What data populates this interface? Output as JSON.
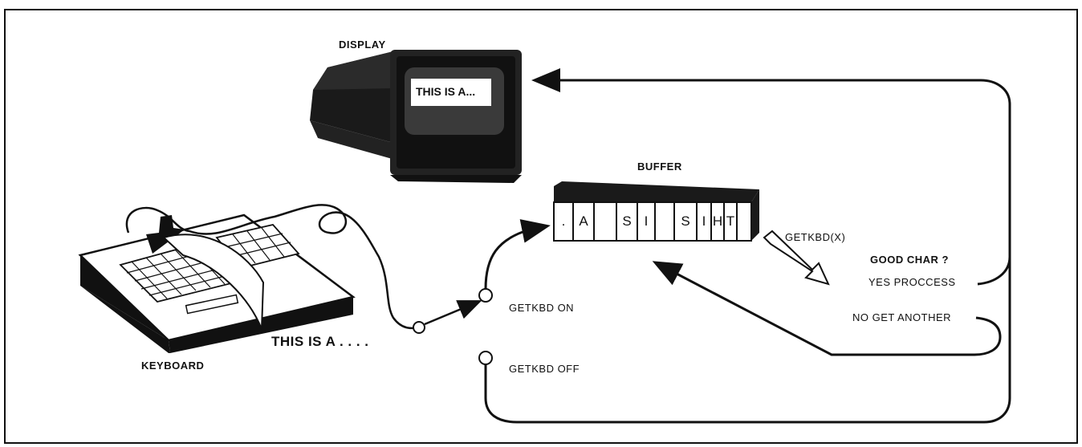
{
  "labels": {
    "display": "DISPLAY",
    "screen_text": "THIS IS A...",
    "buffer": "BUFFER",
    "keyboard": "KEYBOARD",
    "typed_text": "THIS IS A . . . .",
    "getkbd_x": "GETKBD(X)",
    "good_char": "GOOD CHAR ?",
    "yes_process": "YES PROCCESS",
    "no_get_another": "NO GET ANOTHER",
    "getkbd_on": "GETKBD ON",
    "getkbd_off": "GETKBD OFF"
  },
  "buffer_cells": [
    ".",
    "A",
    "",
    "S",
    "I",
    "",
    "S",
    "I",
    "H",
    "T"
  ]
}
